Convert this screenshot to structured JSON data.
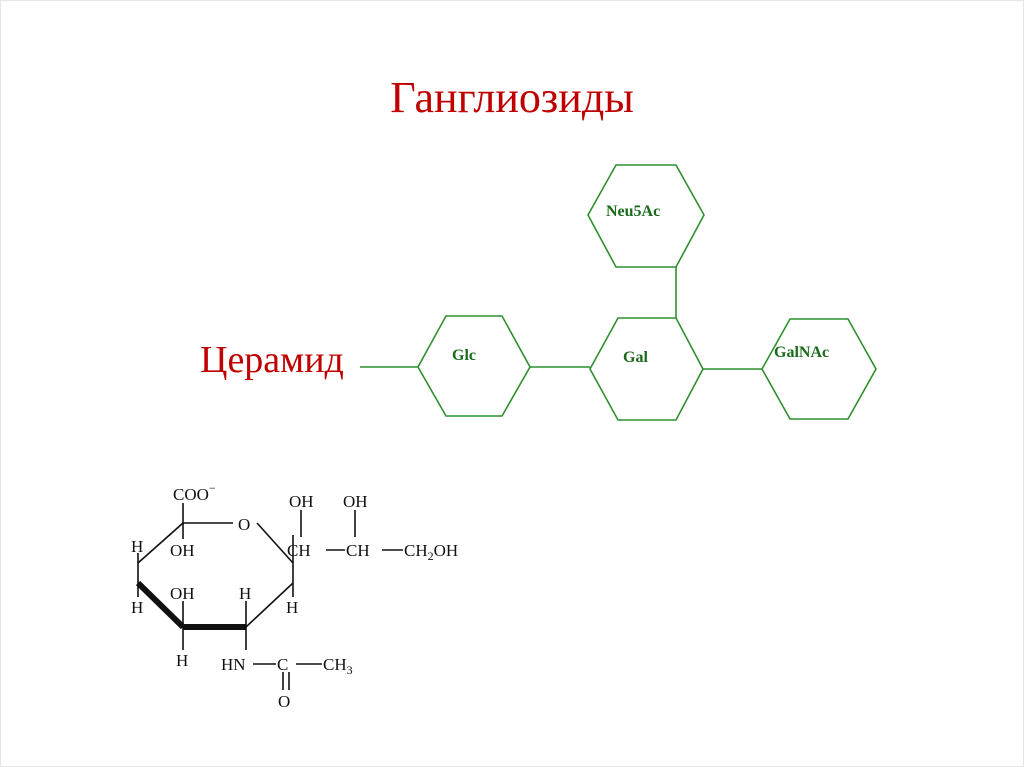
{
  "slide": {
    "title": "Ганглиозиды",
    "ceramide_label": "Церамид"
  },
  "sugars": {
    "glc": "Glc",
    "gal": "Gal",
    "galnac": "GalNAc",
    "neu5ac": "Neu5Ac"
  },
  "molecule": {
    "coo": "COO",
    "coo_charge": "−",
    "ring_o": "O",
    "c2_oh": "OH",
    "c3_h_left": "H",
    "c3_h_bottom": "H",
    "c4_oh": "OH",
    "c4_h": "H",
    "c5_h": "H",
    "c6_h": "H",
    "nh": "HN",
    "c_acyl": "C",
    "ch3": "CH",
    "ch3_sub": "3",
    "carbonyl_o": "O",
    "c7": "CH",
    "c7_oh": "OH",
    "c8": "CH",
    "c8_oh": "OH",
    "c9": "CH",
    "c9_sub": "2",
    "c9_oh": "OH"
  },
  "colors": {
    "title": "#c00000",
    "hexagon_stroke": "#2f8f2f",
    "sugar_text": "#1a6a1a",
    "molecule": "#111111"
  }
}
